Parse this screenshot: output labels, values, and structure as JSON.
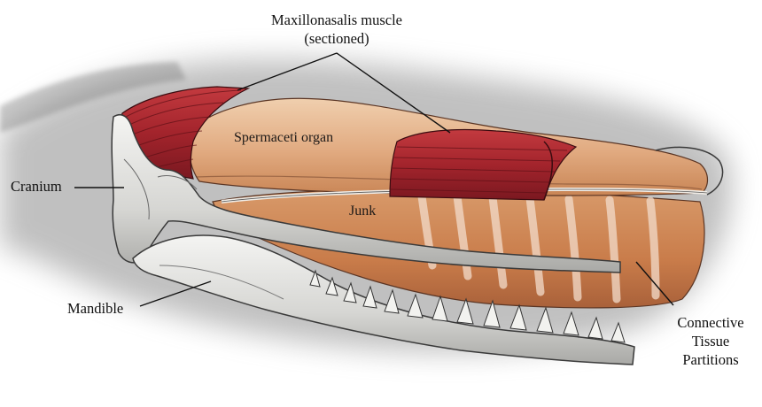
{
  "labels": {
    "maxillonasalis_line1": "Maxillonasalis muscle",
    "maxillonasalis_line2": "(sectioned)",
    "spermaceti": "Spermaceti organ",
    "junk": "Junk",
    "cranium": "Cranium",
    "mandible": "Mandible",
    "connective_line1": "Connective",
    "connective_line2": "Tissue",
    "connective_line3": "Partitions"
  },
  "colors": {
    "muscle": "#a3242c",
    "spermaceti": "#e3b08a",
    "junk": "#cd8654",
    "bone": "#d9d9d6",
    "shadow": "#8c8c8c"
  }
}
